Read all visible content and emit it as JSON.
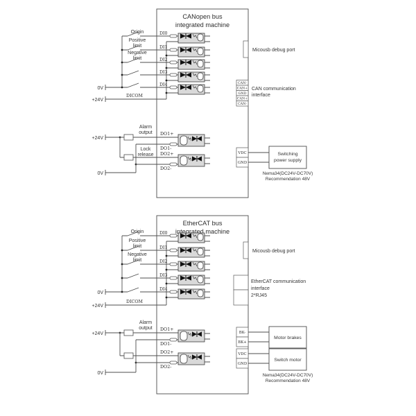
{
  "page": {
    "background": "#ffffff",
    "line_color": "#4d4d4d",
    "text_color": "#333333"
  },
  "top": {
    "title": [
      "CANopen bus",
      "integrated machine"
    ],
    "switches": [
      "Origin",
      "Positive",
      "limit",
      "Negative",
      "limit"
    ],
    "di": [
      "DI0",
      "DI1",
      "DI2",
      "DI3",
      "DI4"
    ],
    "dicom": "DICOM",
    "zero_v": "0V",
    "plus24": "+24V",
    "debug": "Micousb debug port",
    "pins": [
      "CAN-",
      "CAN+",
      "GND",
      "CAN+",
      "CAN-"
    ],
    "comm": [
      "CAN communication",
      "interface"
    ],
    "alarm": [
      "Alarm",
      "output"
    ],
    "lock": [
      "Lock",
      "release"
    ],
    "do": [
      "DO1+",
      "DO1-",
      "DO2+",
      "DO2-"
    ],
    "out_plus24": "+24V",
    "out_zero": "0V",
    "vdc": "VDC",
    "gnd": "GND",
    "supply": [
      "Switching",
      "power supply"
    ],
    "nema": [
      "Nema34(DC24V-DC70V)",
      "Recommendation 48V"
    ]
  },
  "bottom": {
    "title": [
      "EtherCAT bus",
      "integrated machine"
    ],
    "switches": [
      "Origin",
      "Positive",
      "limit",
      "Negative",
      "limit"
    ],
    "di": [
      "DI0",
      "DI1",
      "DI2",
      "DI3",
      "DI4"
    ],
    "dicom": "DICOM",
    "zero_v": "0V",
    "plus24": "+24V",
    "debug": "Micousb debug port",
    "comm": [
      "EtherCAT communication",
      "interface",
      "2*RJ45"
    ],
    "alarm": [
      "Alarm",
      "output"
    ],
    "do": [
      "DO1+",
      "DO1-",
      "DO2+",
      "DO2-"
    ],
    "out_plus24": "+24V",
    "out_zero": "0V",
    "bk": [
      "BK-",
      "BK+"
    ],
    "vdc": "VDC",
    "gnd": "GND",
    "brakes": "Motor brakes",
    "motor": "Switch motor",
    "nema": [
      "Nema34(DC24V-DC70V)",
      "Recommendation 48V"
    ]
  }
}
